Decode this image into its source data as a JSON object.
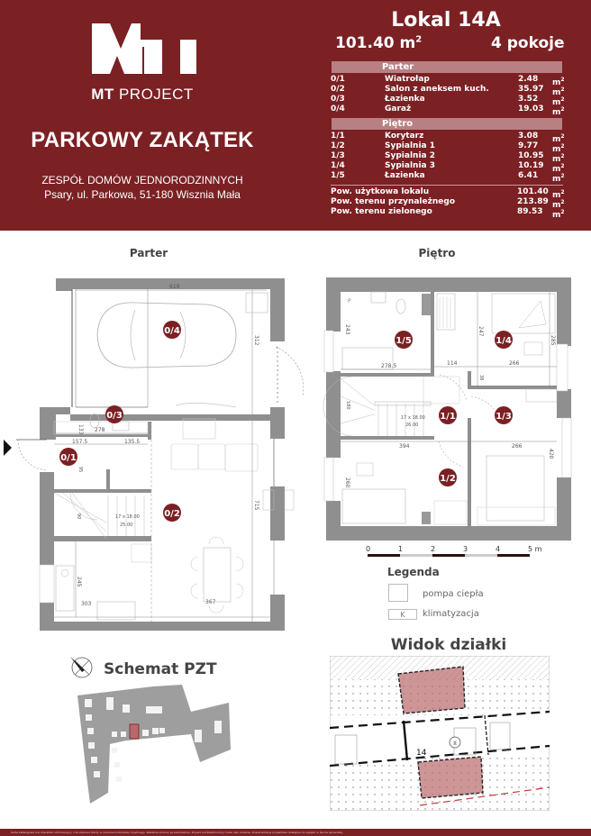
{
  "header": {
    "brand_name_bold": "MT",
    "brand_name_rest": " PROJECT",
    "project_title": "PARKOWY ZAKĄTEK",
    "project_subtitle": "ZESPÓŁ DOMÓW JEDNORODZINNYCH",
    "project_address": "Psary, ul. Parkowa, 51-180  Wisznia Mała",
    "bg_color": "#7b2023"
  },
  "unit": {
    "title": "Lokal 14A",
    "area": "101.40 m",
    "area_sup": "2",
    "rooms": "4 pokoje",
    "sections": [
      {
        "label": "Parter",
        "rows": [
          {
            "code": "0/1",
            "name": "Wiatrołap",
            "value": "2.48",
            "unit": "m",
            "sup": "2"
          },
          {
            "code": "0/2",
            "name": "Salon z aneksem kuch.",
            "value": "35.97",
            "unit": "m",
            "sup": "2"
          },
          {
            "code": "0/3",
            "name": "Łazienka",
            "value": "3.52",
            "unit": "m",
            "sup": "2"
          },
          {
            "code": "0/4",
            "name": "Garaż",
            "value": "19.03",
            "unit": "m",
            "sup": "2"
          }
        ]
      },
      {
        "label": "Piętro",
        "rows": [
          {
            "code": "1/1",
            "name": "Korytarz",
            "value": "3.08",
            "unit": "m",
            "sup": "2"
          },
          {
            "code": "1/2",
            "name": "Sypialnia 1",
            "value": "9.77",
            "unit": "m",
            "sup": "2"
          },
          {
            "code": "1/3",
            "name": "Sypialnia 2",
            "value": "10.95",
            "unit": "m",
            "sup": "2"
          },
          {
            "code": "1/4",
            "name": "Sypialnia 3",
            "value": "10.19",
            "unit": "m",
            "sup": "2"
          },
          {
            "code": "1/5",
            "name": "Łazienka",
            "value": "6.41",
            "unit": "m",
            "sup": "2"
          }
        ]
      }
    ],
    "summary": [
      {
        "name": "Pow. użytkowa lokalu",
        "value": "101.40",
        "unit": "m",
        "sup": "2"
      },
      {
        "name": "Pow. terenu przynależnego",
        "value": "213.89",
        "unit": "m",
        "sup": "2"
      },
      {
        "name": "Pow. terenu zielonego",
        "value": "89.53",
        "unit": "m",
        "sup": "2"
      }
    ]
  },
  "ground_floor": {
    "label": "Parter",
    "rooms": [
      "0/1",
      "0/2",
      "0/3",
      "0/4"
    ],
    "dimensions": {
      "garage_width": "619",
      "garage_depth": "312",
      "bath_width": "278",
      "bath_depth": "133",
      "hall_a": "157.5",
      "hall_b": "135.5",
      "living_depth": "715",
      "kitchen_depth": "245",
      "kitchen_width": "303",
      "dining_width": "367",
      "stairs": "17 x 18.00",
      "stairs_2": "25.00",
      "hall_h": "95",
      "stair_h": "90"
    }
  },
  "upper_floor": {
    "label": "Piętro",
    "rooms": [
      "1/1",
      "1/2",
      "1/3",
      "1/4",
      "1/5"
    ],
    "dimensions": {
      "bath_width": "278.5",
      "bath_depth": "243",
      "corr_width": "114",
      "bed3_width": "266",
      "bed3_depth": "247",
      "bed3_depth2": "285",
      "corr_h": "38",
      "stair_h": "180",
      "stairs": "17 x 18.00",
      "stairs_2": "26.00",
      "bed1_width": "394",
      "bed1_depth": "260",
      "bed2_width": "266",
      "bed2_depth": "420"
    }
  },
  "scale": {
    "ticks": [
      "0",
      "1",
      "2",
      "3",
      "4",
      "5 m"
    ]
  },
  "legend": {
    "title": "Legenda",
    "items": [
      {
        "symbol": "",
        "label": "pompa ciepła"
      },
      {
        "symbol": "K",
        "label": "klimatyzacja"
      }
    ]
  },
  "site_plan": {
    "title": "Schemat PZT",
    "north": "N"
  },
  "plot_view": {
    "title": "Widok działki",
    "lot_number": "14",
    "unit_marker": "II"
  },
  "footer": {
    "text": "Karta katalogowa ma charakter informacyjny i nie stanowi oferty w rozumieniu Kodeksu Cywilnego. Wszelkie zmiany są zastrzeżone. Projekt architektoniczny może ulec zmianie. Dokumentacja projektowa dostępna do wglądu w biurze sprzedaży."
  }
}
